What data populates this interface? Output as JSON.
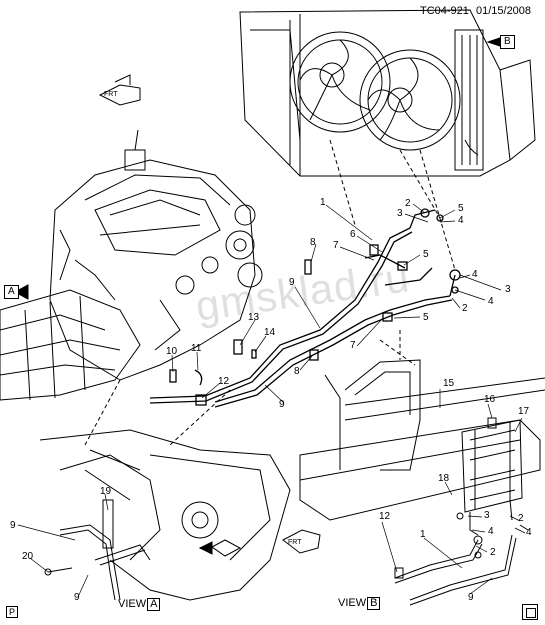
{
  "header": {
    "code": "TC04-921",
    "date": "01/15/2008"
  },
  "views": {
    "a_label": "VIEW",
    "a_letter": "A",
    "b_label": "VIEW",
    "b_letter": "B"
  },
  "badges": {
    "a": "A",
    "b": "B"
  },
  "arrow_text": "FRT",
  "watermark": "gmsklad.ru",
  "corner_left": "P",
  "callouts": [
    "1",
    "2",
    "3",
    "4",
    "5",
    "6",
    "7",
    "8",
    "9",
    "10",
    "11",
    "12",
    "13",
    "14",
    "15",
    "16",
    "17",
    "18",
    "19",
    "20"
  ]
}
